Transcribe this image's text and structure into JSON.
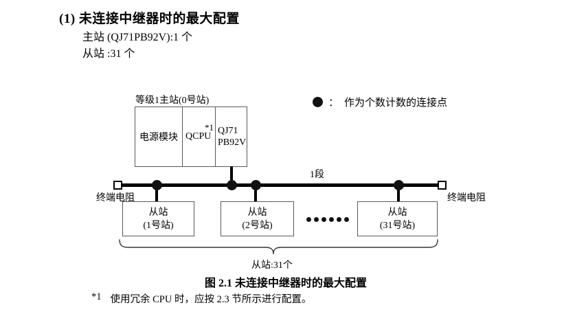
{
  "document": {
    "heading": "(1) 未连接中继器时的最大配置",
    "master_count_line": "主站 (QJ71PB92V):1 个",
    "slave_count_line": "从站 :31 个",
    "figure_caption": "图 2.1 未连接中继器时的最大配置",
    "footnote": {
      "marker": "*1",
      "text": "使用冗余 CPU 时，应按 2.3 节所示进行配置。"
    }
  },
  "diagram": {
    "master_station": {
      "label": "等级1主站(0号站)",
      "power_module": "电源模块",
      "cpu": "QCPU",
      "cpu_footnote_ref": "*1",
      "module_line1": "QJ71",
      "module_line2": "PB92V"
    },
    "legend": {
      "separator": "：",
      "text": "作为个数计数的连接点"
    },
    "segment_label": "1段",
    "left_terminator_label": "终端电阻",
    "right_terminator_label": "终端电阻",
    "slave_stations": [
      {
        "name": "从站",
        "station_no": "(1号站)"
      },
      {
        "name": "从站",
        "station_no": "(2号站)"
      },
      {
        "name": "从站",
        "station_no": "(31号站)"
      }
    ],
    "slave_total_label": "从站:31个",
    "colors": {
      "bus_line": "#000000",
      "box_border": "#595959",
      "connection_dot": "#111111",
      "background": "#ffffff"
    }
  }
}
